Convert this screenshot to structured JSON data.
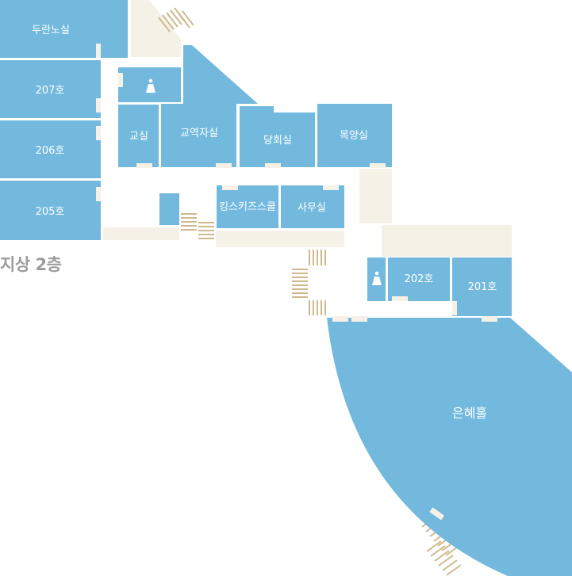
{
  "floor_label": "지상 2층",
  "rooms": {
    "duran": "두란노실",
    "r207": "207호",
    "r206": "206호",
    "r205": "205호",
    "classroom": "교실",
    "gyoyeok": "교역자실",
    "danghoe": "당회실",
    "mogyang": "목양실",
    "kingskids": "킹스키즈스쿨",
    "office": "사무실",
    "r202": "202호",
    "r201": "201호",
    "eunhye": "은혜홀"
  },
  "icons": {
    "restroom": "restroom-woman-icon"
  },
  "colors": {
    "room": "#72b9dd",
    "corridor": "#f6f1e7",
    "stair": "#cdb98c",
    "floor_label": "#9c9c9c"
  }
}
